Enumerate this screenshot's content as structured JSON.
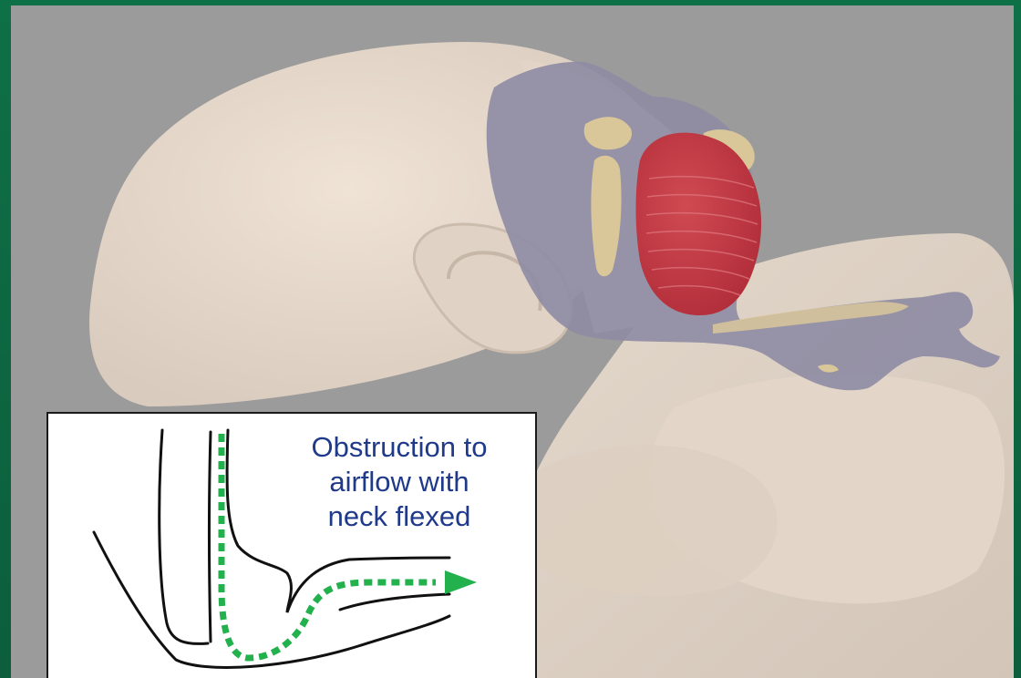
{
  "colors": {
    "frame": "#0e6b45",
    "background": "#9b9b9b",
    "skin": "#e6d9cb",
    "tissue": "#8f8ca4",
    "tongue": "#c63a44",
    "bone": "#d9c79a",
    "airflow_arrow": "#22b14c",
    "caption_text": "#1f3a8a",
    "airway_lines": "#111111"
  },
  "icons": {
    "airflow": "dashed-arrow-icon"
  },
  "inset": {
    "caption": {
      "line1": "Obstruction to",
      "line2": "airflow with",
      "line3": "neck flexed"
    }
  }
}
